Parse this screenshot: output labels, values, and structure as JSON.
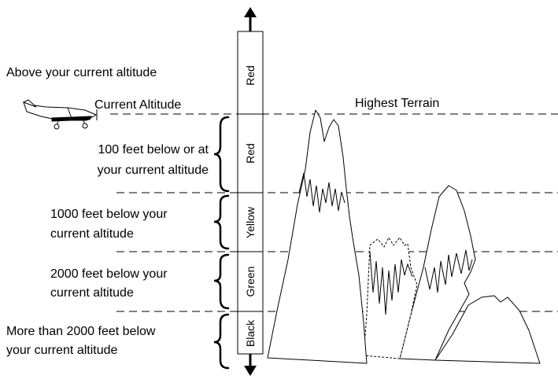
{
  "labels": {
    "above": "Above your current altitude",
    "current_altitude": "Current Altitude",
    "highest_terrain": "Highest Terrain",
    "red_line1": "100 feet below or at",
    "red_line2": "your current altitude",
    "yellow_line1": "1000 feet below your",
    "yellow_line2": "current altitude",
    "green_line1": "2000 feet below your",
    "green_line2": "current altitude",
    "black_line1": "More than 2000 feet below",
    "black_line2": "your current altitude"
  },
  "bar": {
    "above": "Red",
    "red": "Red",
    "yellow": "Yellow",
    "green": "Green",
    "black": "Black"
  }
}
